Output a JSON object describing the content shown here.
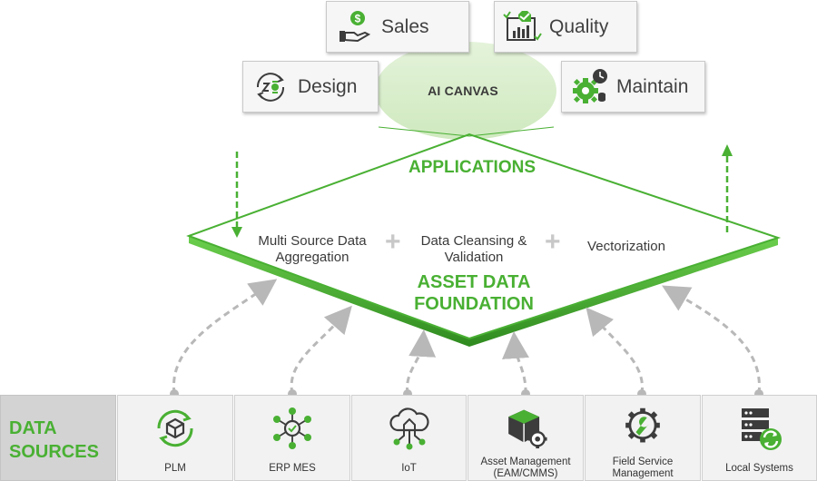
{
  "apps": {
    "sales": "Sales",
    "quality": "Quality",
    "design": "Design",
    "maintain": "Maintain"
  },
  "canvas": {
    "label": "AI CANVAS"
  },
  "applications": {
    "heading": "APPLICATIONS"
  },
  "process": {
    "step1_line1": "Multi Source Data",
    "step1_line2": "Aggregation",
    "step2_line1": "Data Cleansing &",
    "step2_line2": "Validation",
    "step3": "Vectorization",
    "plus": "+"
  },
  "foundation": {
    "line1": "ASSET DATA",
    "line2": "FOUNDATION"
  },
  "data_sources": {
    "title_line1": "DATA",
    "title_line2": "SOURCES",
    "items": [
      {
        "line1": "PLM",
        "line2": "",
        "icon": "cube-cycle-icon"
      },
      {
        "line1": "ERP MES",
        "line2": "",
        "icon": "network-nodes-icon"
      },
      {
        "line1": "IoT",
        "line2": "",
        "icon": "cloud-circuit-icon"
      },
      {
        "line1": "Asset Management",
        "line2": "(EAM/CMMS)",
        "icon": "box-gear-icon"
      },
      {
        "line1": "Field Service",
        "line2": "Management",
        "icon": "gear-wrench-icon"
      },
      {
        "line1": "Local Systems",
        "line2": "",
        "icon": "server-recycle-icon"
      }
    ]
  },
  "colors": {
    "green": "#49b033",
    "dark_green": "#2f8a1f",
    "gray_arrow": "#b8b8b8",
    "icon_dark": "#3c3c3c"
  }
}
